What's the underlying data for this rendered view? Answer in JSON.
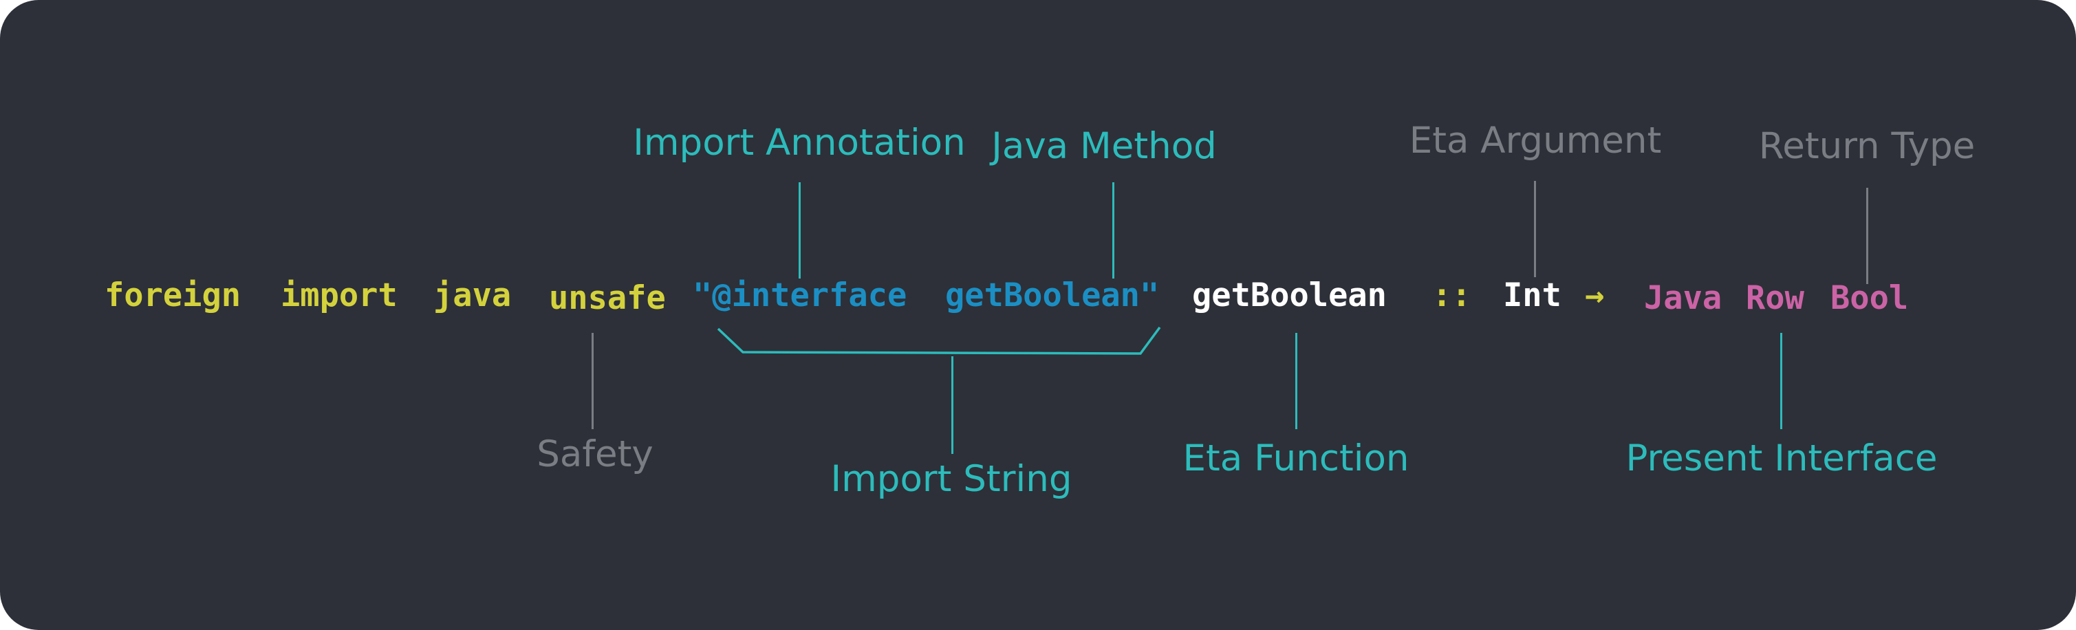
{
  "code": {
    "keyword_foreign": "foreign",
    "keyword_import": "import",
    "keyword_java": "java",
    "safety_value": "unsafe",
    "import_string_part1": "\"@interface",
    "import_string_part2": "getBoolean\"",
    "function_name": "getBoolean",
    "type_sep": "::",
    "arg_type": "Int",
    "arrow": "→",
    "ret_java": "Java",
    "ret_row": "Row",
    "ret_bool": "Bool"
  },
  "labels": {
    "import_annotation": "Import Annotation",
    "java_method": "Java Method",
    "eta_argument": "Eta Argument",
    "return_type": "Return Type",
    "safety": "Safety",
    "import_string": "Import String",
    "eta_function": "Eta Function",
    "present_interface": "Present Interface"
  },
  "colors": {
    "background": "#2d3038",
    "keyword_yellow": "#d4d23c",
    "string_blue": "#1b8fc4",
    "ident_white": "#ffffff",
    "type_pink": "#cc63a6",
    "label_teal": "#2cbcbc",
    "label_gray": "#7a7d83"
  }
}
